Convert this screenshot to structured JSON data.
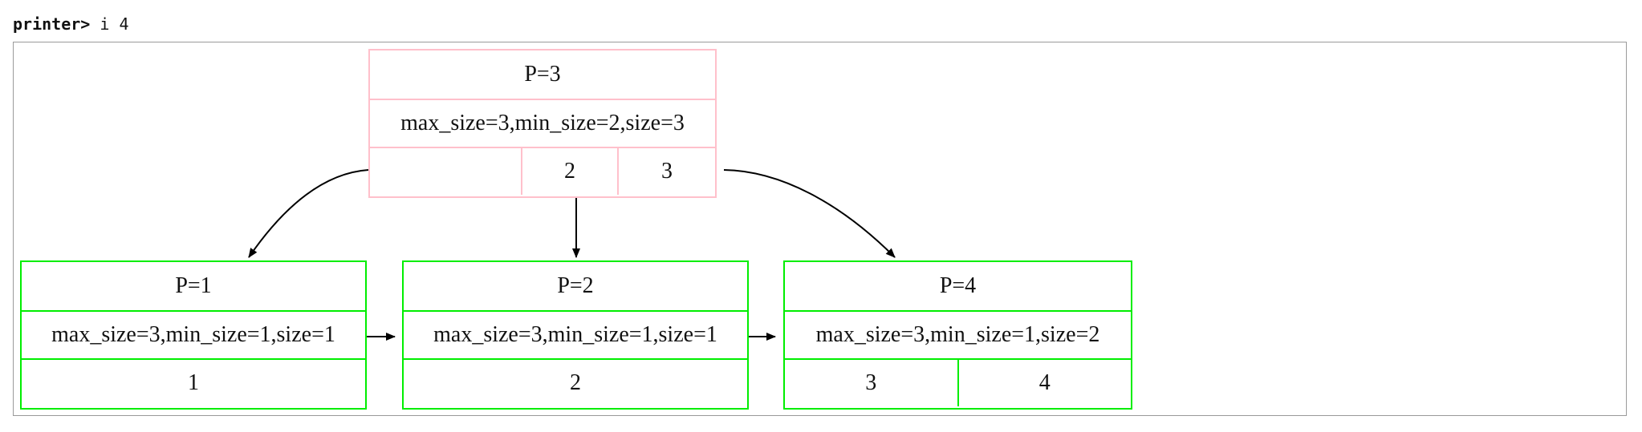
{
  "terminal": {
    "prompt": "printer>",
    "command": "i 4"
  },
  "tree": {
    "root": {
      "title": "P=3",
      "info": "max_size=3,min_size=2,size=3",
      "keys": [
        "",
        "2",
        "3"
      ]
    },
    "leaves": [
      {
        "title": "P=1",
        "info": "max_size=3,min_size=1,size=1",
        "keys": [
          "1"
        ]
      },
      {
        "title": "P=2",
        "info": "max_size=3,min_size=1,size=1",
        "keys": [
          "2"
        ]
      },
      {
        "title": "P=4",
        "info": "max_size=3,min_size=1,size=2",
        "keys": [
          "3",
          "4"
        ]
      }
    ]
  },
  "colors": {
    "internal_node_border": "#ffc0cb",
    "leaf_node_border": "#00ee00",
    "edge": "#000000"
  }
}
